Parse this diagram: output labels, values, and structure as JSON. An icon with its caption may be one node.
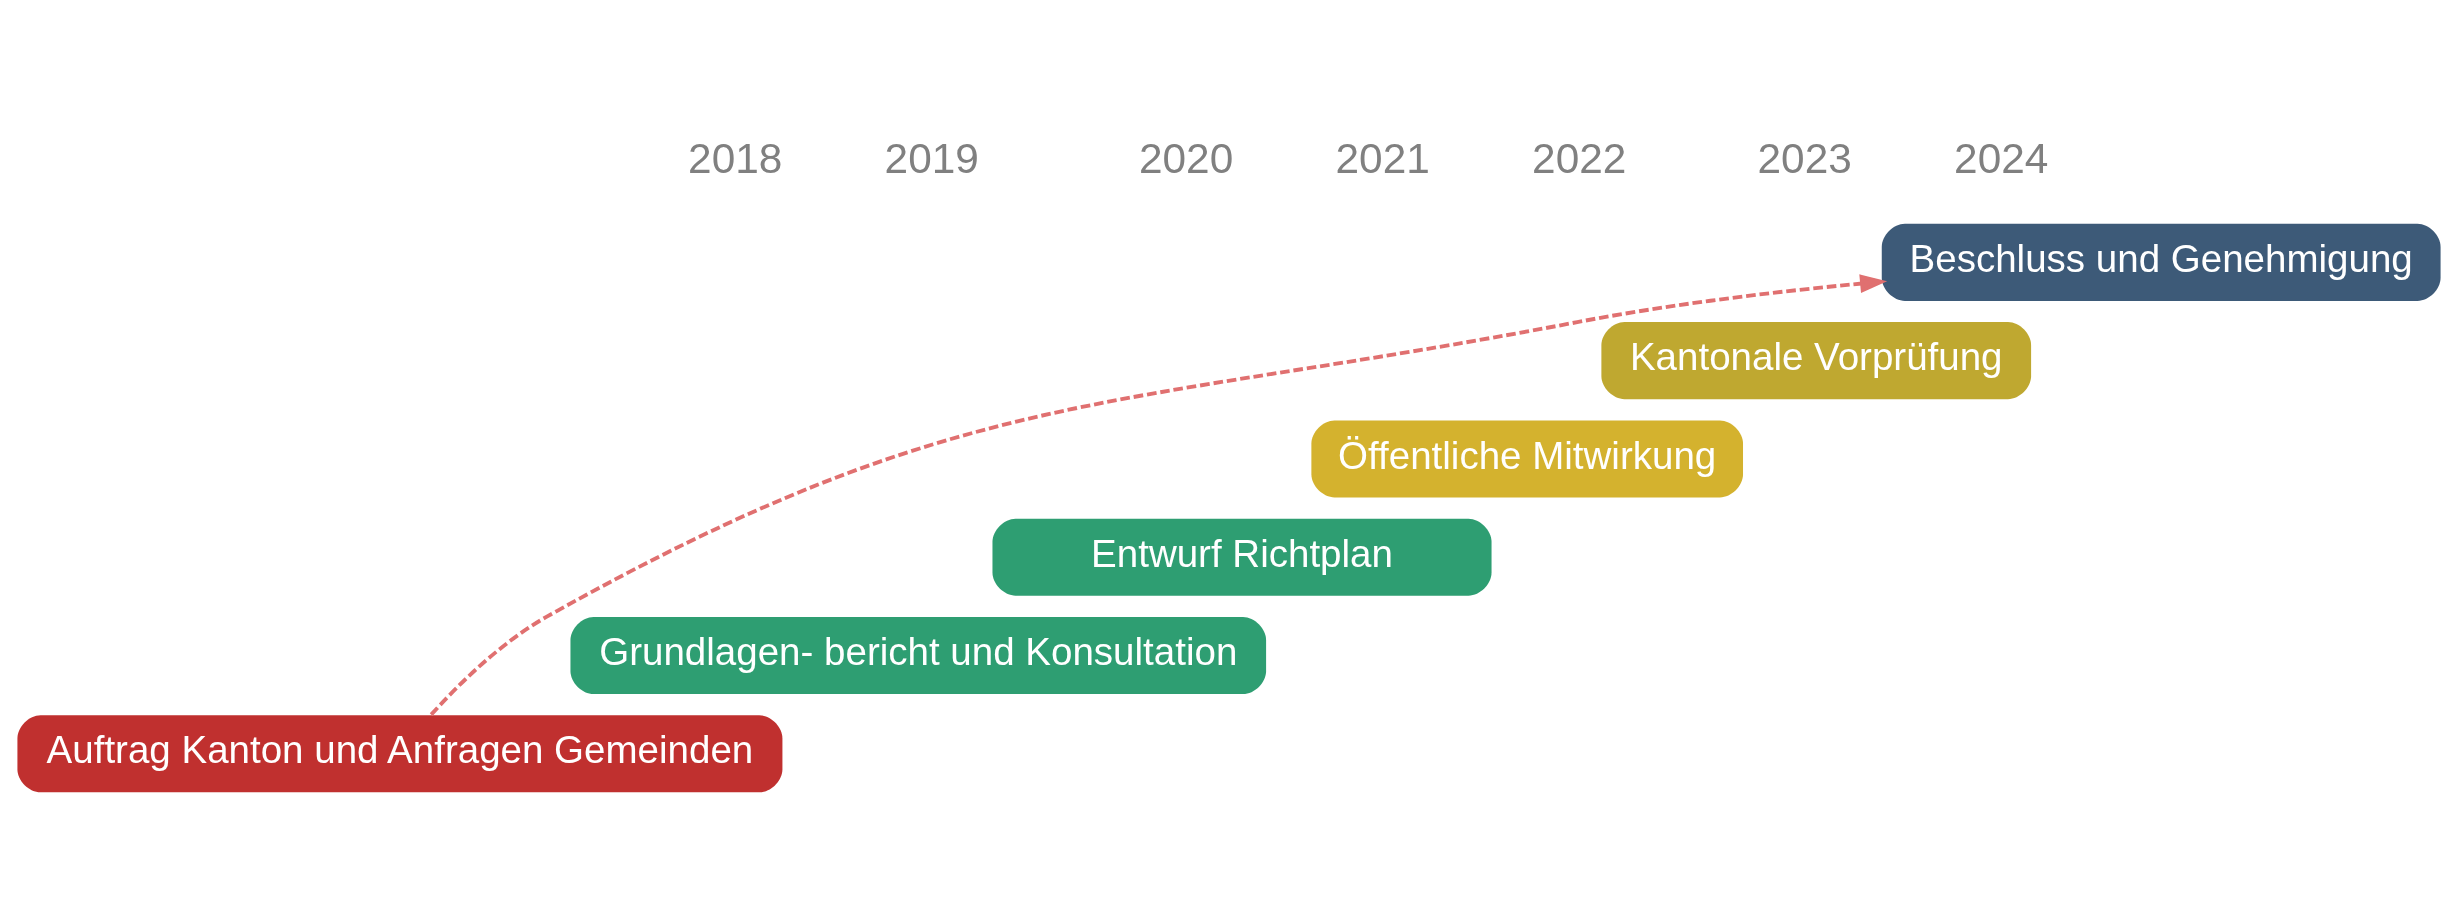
{
  "diagram": {
    "nodes": [
      {
        "text": [
          "Auftrag Kanton und Anfragen Gemeinden"
        ]
      },
      {
        "text": [
          "Grundlagen- bericht und Konsultation"
        ]
      },
      {
        "text": [
          "Entwurf Richtplan"
        ]
      },
      {
        "text": [
          "Öffentliche Mitwirkung"
        ]
      },
      {
        "text": [
          "Kantonale Vorprüfung"
        ]
      },
      {
        "text": [
          "Beschluss und Genehmigung"
        ]
      }
    ],
    "edges": [
      {
        "from": 0,
        "to": 5,
        "arrow": "to",
        "style": "dashed",
        "color": "#e07070"
      }
    ],
    "labels": [
      "2018",
      "2019",
      "2020",
      "2021",
      "2022",
      "2023",
      "2024"
    ]
  }
}
